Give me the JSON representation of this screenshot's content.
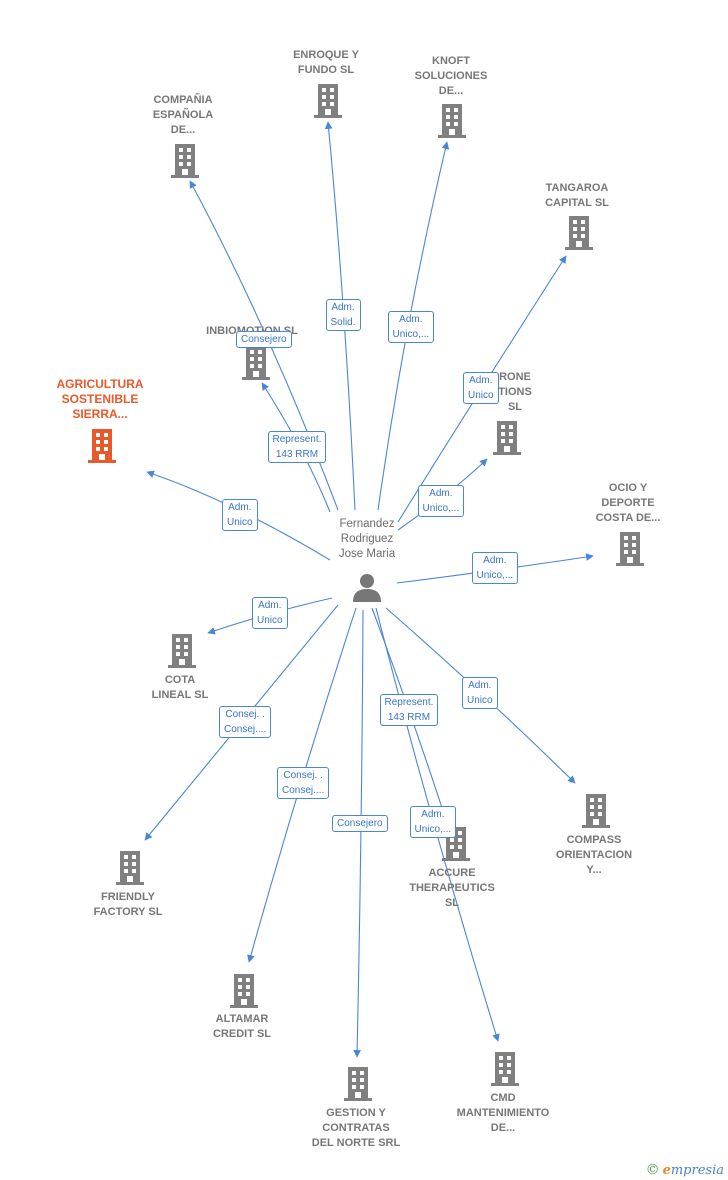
{
  "colors": {
    "edge": "#4a86d8",
    "building": "#808080",
    "main_building": "#e85a2b",
    "person": "#777777"
  },
  "person": {
    "name": "Fernandez\nRodriguez\nJose Maria",
    "icon": "person-icon"
  },
  "companies": [
    {
      "id": "enroque",
      "label": "ENROQUE Y\nFUNDO SL"
    },
    {
      "id": "knoft",
      "label": "KNOFT\nSOLUCIONES\nDE..."
    },
    {
      "id": "compania",
      "label": "COMPAÑIA\nESPAÑOLA\nDE..."
    },
    {
      "id": "tangaroa",
      "label": "TANGAROA\nCAPITAL  SL"
    },
    {
      "id": "inbiomotion",
      "label": "INBIOMOTION SL"
    },
    {
      "id": "agricultura",
      "label": "AGRICULTURA\nSOSTENIBLE\nSIERRA...",
      "main": true
    },
    {
      "id": "drone",
      "label": "RONE\nTIONS\nSL"
    },
    {
      "id": "ocio",
      "label": "OCIO Y\nDEPORTE\nCOSTA DE..."
    },
    {
      "id": "cota",
      "label": "COTA\nLINEAL SL"
    },
    {
      "id": "friendly",
      "label": "FRIENDLY\nFACTORY SL"
    },
    {
      "id": "altamar",
      "label": "ALTAMAR\nCREDIT  SL"
    },
    {
      "id": "gestion",
      "label": "GESTION Y\nCONTRATAS\nDEL NORTE SRL"
    },
    {
      "id": "accure",
      "label": "ACCURE\nTHERAPEUTICS\nSL"
    },
    {
      "id": "cmd",
      "label": "CMD\nMANTENIMIENTO\nDE..."
    },
    {
      "id": "compass",
      "label": "COMPASS\nORIENTACION\nY..."
    }
  ],
  "relations": [
    {
      "target": "enroque",
      "label": "Adm.\nSolid."
    },
    {
      "target": "knoft",
      "label": "Adm.\nUnico,..."
    },
    {
      "target": "compania",
      "label": "Consejero"
    },
    {
      "target": "tangaroa",
      "label": "Adm.\nUnico"
    },
    {
      "target": "inbiomotion",
      "label": "Represent.\n143 RRM"
    },
    {
      "target": "agricultura",
      "label": "Adm.\nUnico"
    },
    {
      "target": "drone",
      "label": "Adm.\nUnico,..."
    },
    {
      "target": "ocio",
      "label": "Adm.\nUnico,..."
    },
    {
      "target": "cota",
      "label": "Adm.\nUnico"
    },
    {
      "target": "friendly",
      "label": "Consej. .\nConsej...."
    },
    {
      "target": "altamar",
      "label": "Consej. .\nConsej...."
    },
    {
      "target": "gestion",
      "label": "Consejero"
    },
    {
      "target": "accure",
      "label": "Represent.\n143 RRM"
    },
    {
      "target": "cmd",
      "label": "Adm.\nUnico,..."
    },
    {
      "target": "compass",
      "label": "Adm.\nUnico"
    }
  ],
  "footer": {
    "copyright": "©",
    "brand_e": "e",
    "brand_rest": "mpresia"
  }
}
